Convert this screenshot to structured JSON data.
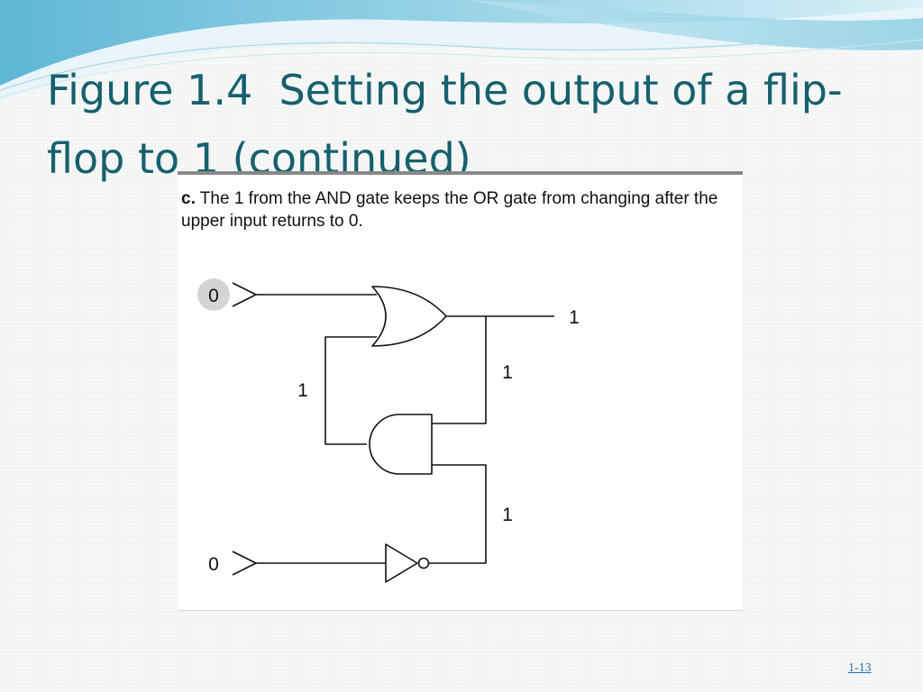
{
  "slide": {
    "title": "Figure 1.4  Setting the output of a flip-flop to 1 (continued)",
    "slide_number": "1-13"
  },
  "figure": {
    "caption_letter": "c.",
    "caption_text": " The 1 from the AND gate keeps the OR gate from changing after the upper input returns to 0."
  },
  "circuit": {
    "upper_input": "0",
    "lower_input": "0",
    "or_output": "1",
    "feedback_label": "1",
    "and_to_or_label": "1",
    "not_output_label": "1"
  },
  "colors": {
    "title": "#17606d",
    "wave_dark": "#4aa3c7",
    "wave_light": "#bfe4f0",
    "highlight": "#d4d4d4"
  }
}
